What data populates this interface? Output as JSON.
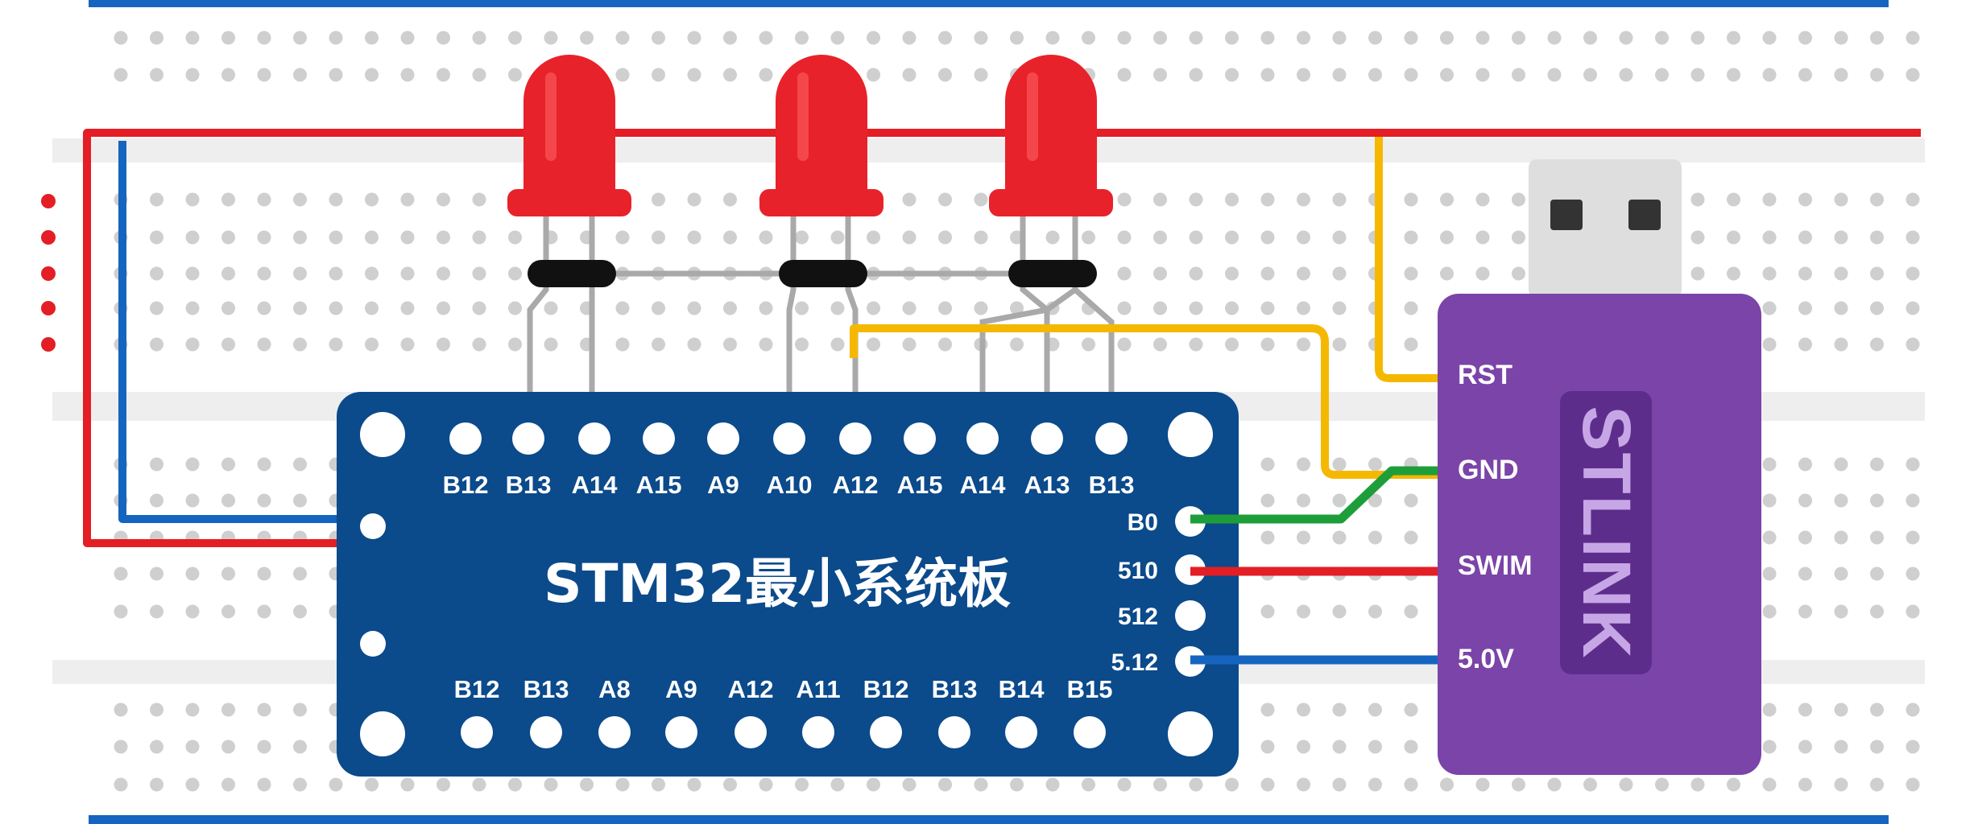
{
  "board": {
    "title": "STM32最小系统板",
    "top_labels": [
      "B12",
      "B13",
      "A14",
      "A15",
      "A9",
      "A10",
      "A12",
      "A15",
      "A14",
      "A13",
      "B13"
    ],
    "bottom_labels": [
      "B12",
      "B13",
      "A8",
      "A9",
      "A12",
      "A11",
      "B12",
      "B13",
      "B14",
      "B15"
    ],
    "side_labels": [
      "B0",
      "510",
      "512",
      "5.12"
    ],
    "color": "#0b4a8b"
  },
  "stlink": {
    "brand": "STLINK",
    "pins": [
      "RST",
      "GND",
      "SWIM",
      "5.0V"
    ],
    "color": "#7b44a8"
  },
  "leds": {
    "count": 3,
    "color": "#e8222a"
  },
  "wires": {
    "red": "#e31e24",
    "blue": "#1565c0",
    "yellow": "#f5b800",
    "green": "#1e9e3a"
  },
  "breadboard": {
    "rail_color": "#1565c0",
    "hole_color": "#cfcfcf"
  }
}
